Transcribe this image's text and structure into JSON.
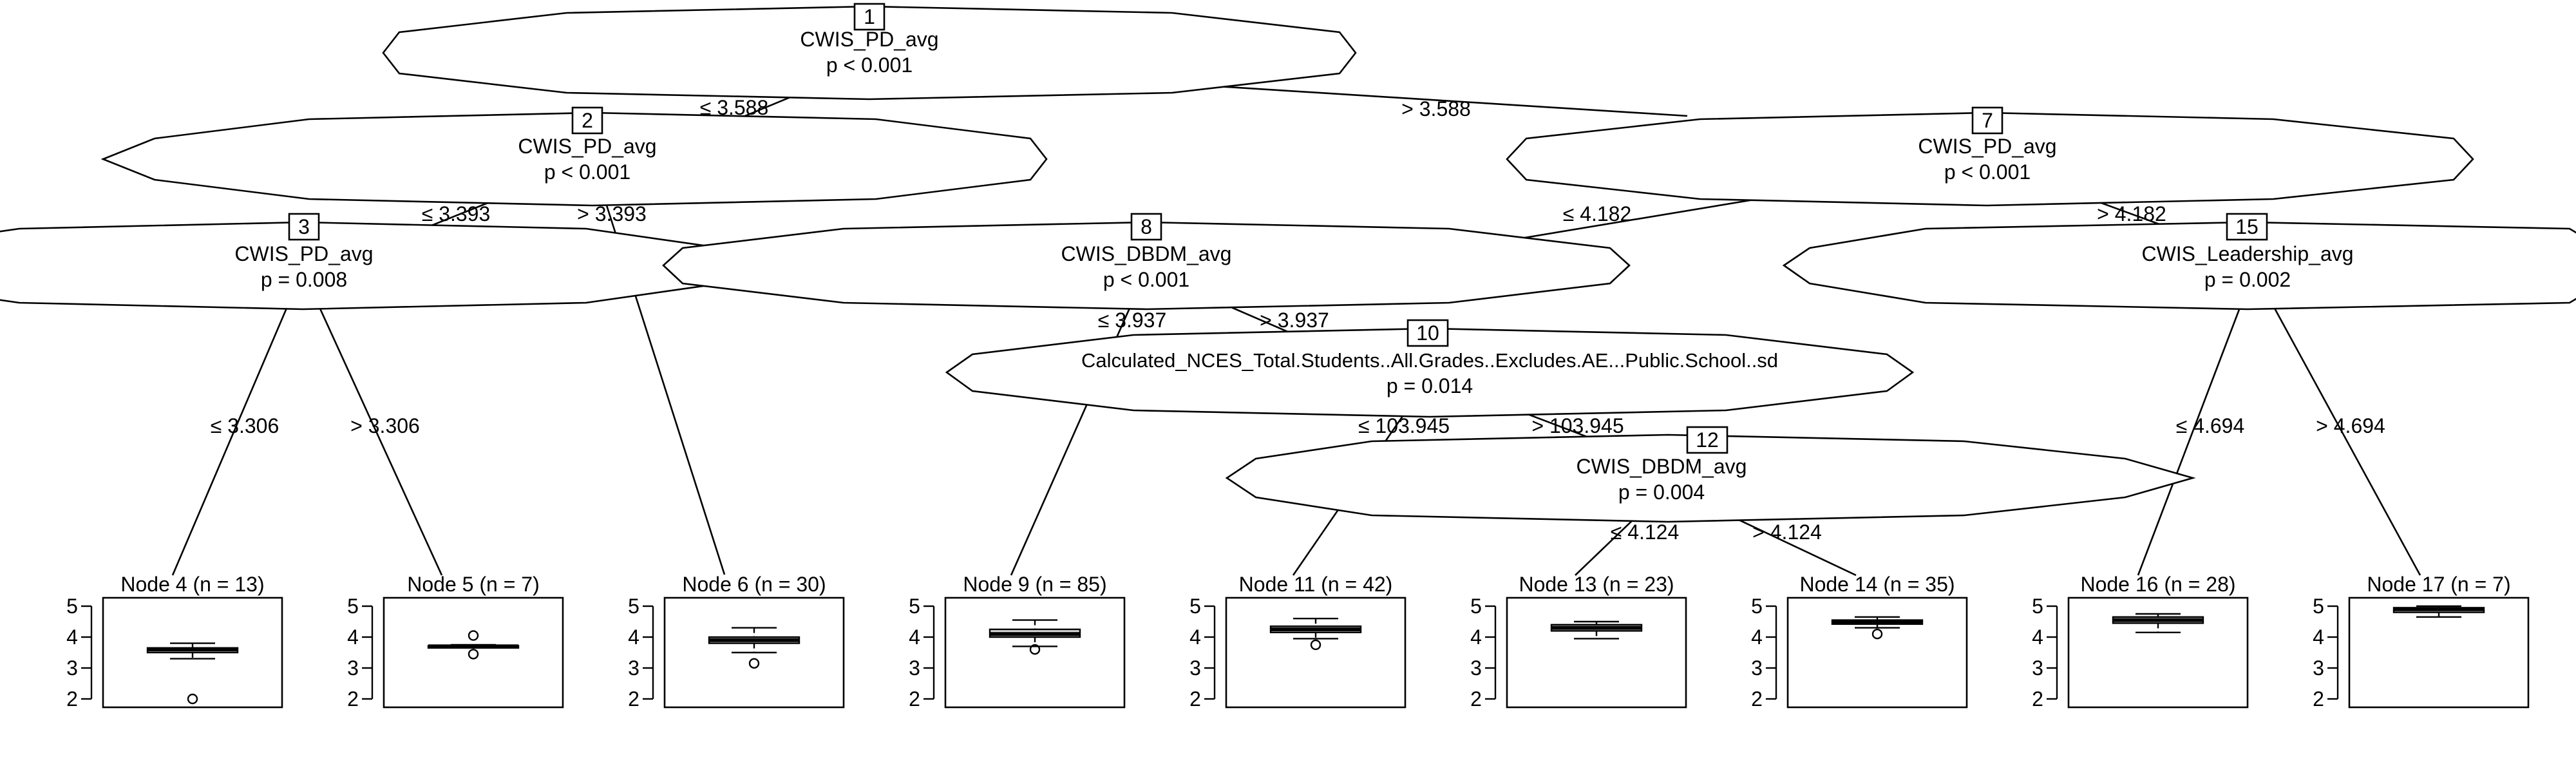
{
  "inner_nodes": [
    {
      "id": "1",
      "variable": "CWIS_PD_avg",
      "p_value": "p < 0.001"
    },
    {
      "id": "2",
      "variable": "CWIS_PD_avg",
      "p_value": "p < 0.001"
    },
    {
      "id": "7",
      "variable": "CWIS_PD_avg",
      "p_value": "p < 0.001"
    },
    {
      "id": "3",
      "variable": "CWIS_PD_avg",
      "p_value": "p = 0.008"
    },
    {
      "id": "8",
      "variable": "CWIS_DBDM_avg",
      "p_value": "p < 0.001"
    },
    {
      "id": "15",
      "variable": "CWIS_Leadership_avg",
      "p_value": "p = 0.002"
    },
    {
      "id": "10",
      "variable": "Calculated_NCES_Total.Students..All.Grades..Excludes.AE...Public.School..sd",
      "p_value": "p = 0.014"
    },
    {
      "id": "12",
      "variable": "CWIS_DBDM_avg",
      "p_value": "p = 0.004"
    }
  ],
  "edges": [
    {
      "from": "1",
      "to": "2",
      "label": "≤ 3.588"
    },
    {
      "from": "1",
      "to": "7",
      "label": "> 3.588"
    },
    {
      "from": "2",
      "to": "3",
      "label": "≤ 3.393"
    },
    {
      "from": "2",
      "to": "6",
      "label": "> 3.393"
    },
    {
      "from": "3",
      "to": "4",
      "label": "≤ 3.306"
    },
    {
      "from": "3",
      "to": "5",
      "label": "> 3.306"
    },
    {
      "from": "7",
      "to": "8",
      "label": "≤ 4.182"
    },
    {
      "from": "7",
      "to": "15",
      "label": "> 4.182"
    },
    {
      "from": "8",
      "to": "9",
      "label": "≤ 3.937"
    },
    {
      "from": "8",
      "to": "10",
      "label": "> 3.937"
    },
    {
      "from": "10",
      "to": "11",
      "label": "≤ 103.945"
    },
    {
      "from": "10",
      "to": "12",
      "label": "> 103.945"
    },
    {
      "from": "12",
      "to": "13",
      "label": "≤ 4.124"
    },
    {
      "from": "12",
      "to": "14",
      "label": "> 4.124"
    },
    {
      "from": "15",
      "to": "16",
      "label": "≤ 4.694"
    },
    {
      "from": "15",
      "to": "17",
      "label": "> 4.694"
    }
  ],
  "terminal_nodes": [
    {
      "id": "4",
      "title": "Node 4 (n = 13)",
      "stats": {
        "lower_whisker": 3.3,
        "q1": 3.5,
        "median": 3.6,
        "q3": 3.65,
        "upper_whisker": 3.8,
        "outliers": [
          2.0
        ]
      }
    },
    {
      "id": "5",
      "title": "Node 5 (n = 7)",
      "stats": {
        "lower_whisker": 3.65,
        "q1": 3.65,
        "median": 3.7,
        "q3": 3.72,
        "upper_whisker": 3.75,
        "outliers": [
          4.05,
          3.45
        ]
      }
    },
    {
      "id": "6",
      "title": "Node 6 (n = 30)",
      "stats": {
        "lower_whisker": 3.5,
        "q1": 3.8,
        "median": 3.9,
        "q3": 4.0,
        "upper_whisker": 4.3,
        "outliers": [
          3.15
        ]
      }
    },
    {
      "id": "9",
      "title": "Node 9 (n = 85)",
      "stats": {
        "lower_whisker": 3.7,
        "q1": 4.0,
        "median": 4.1,
        "q3": 4.25,
        "upper_whisker": 4.55,
        "outliers": [
          3.6
        ]
      }
    },
    {
      "id": "11",
      "title": "Node 11 (n = 42)",
      "stats": {
        "lower_whisker": 3.95,
        "q1": 4.15,
        "median": 4.25,
        "q3": 4.35,
        "upper_whisker": 4.6,
        "outliers": [
          3.75
        ]
      }
    },
    {
      "id": "13",
      "title": "Node 13 (n = 23)",
      "stats": {
        "lower_whisker": 3.95,
        "q1": 4.2,
        "median": 4.3,
        "q3": 4.4,
        "upper_whisker": 4.5,
        "outliers": []
      }
    },
    {
      "id": "14",
      "title": "Node 14 (n = 35)",
      "stats": {
        "lower_whisker": 4.3,
        "q1": 4.42,
        "median": 4.5,
        "q3": 4.55,
        "upper_whisker": 4.65,
        "outliers": [
          4.1
        ]
      }
    },
    {
      "id": "16",
      "title": "Node 16 (n = 28)",
      "stats": {
        "lower_whisker": 4.15,
        "q1": 4.45,
        "median": 4.55,
        "q3": 4.65,
        "upper_whisker": 4.75,
        "outliers": []
      }
    },
    {
      "id": "17",
      "title": "Node 17 (n = 7)",
      "stats": {
        "lower_whisker": 4.65,
        "q1": 4.8,
        "median": 4.9,
        "q3": 4.95,
        "upper_whisker": 5.0,
        "outliers": []
      }
    }
  ],
  "y_axis": {
    "ticks": [
      "5",
      "4",
      "3",
      "2"
    ],
    "range": [
      2,
      5
    ]
  }
}
